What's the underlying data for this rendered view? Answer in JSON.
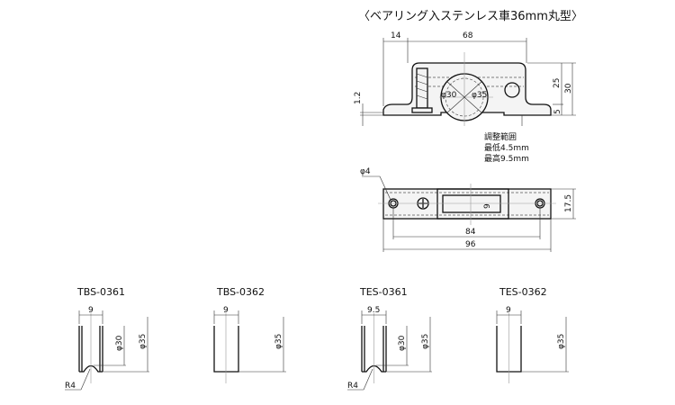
{
  "title": "〈ベアリング入ステンレス車36mm丸型〉",
  "side_view": {
    "dim_14": "14",
    "dim_68": "68",
    "dim_25": "25",
    "dim_30": "30",
    "dim_5": "5",
    "dim_1_2": "1.2",
    "dia_30": "φ30",
    "dia_35": "φ35",
    "adjust_title": "調整範囲",
    "adjust_min": "最低4.5mm",
    "adjust_max": "最高9.5mm"
  },
  "top_view": {
    "hole_dia": "φ4",
    "dim_9": "9",
    "dim_17_5": "17.5",
    "dim_84": "84",
    "dim_96": "96"
  },
  "wheels": [
    {
      "model": "TBS-0361",
      "width": "9",
      "inner_dia": "φ30",
      "outer_dia": "φ35",
      "radius": "R4"
    },
    {
      "model": "TBS-0362",
      "width": "9",
      "outer_dia": "φ35"
    },
    {
      "model": "TES-0361",
      "width": "9.5",
      "inner_dia": "φ30",
      "outer_dia": "φ35",
      "radius": "R4"
    },
    {
      "model": "TES-0362",
      "width": "9",
      "outer_dia": "φ35"
    }
  ]
}
